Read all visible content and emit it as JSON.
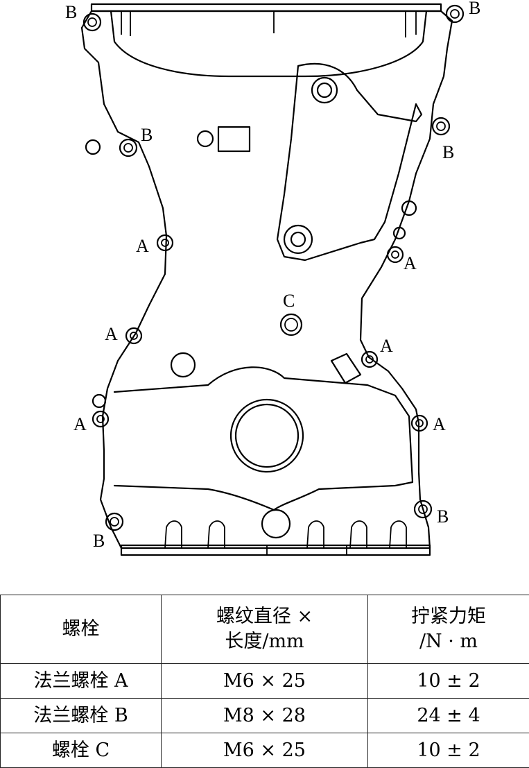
{
  "diagram": {
    "callouts": [
      {
        "id": "b1",
        "letter": "B"
      },
      {
        "id": "b2",
        "letter": "B"
      },
      {
        "id": "b3",
        "letter": "B"
      },
      {
        "id": "b4",
        "letter": "B"
      },
      {
        "id": "b5",
        "letter": "B"
      },
      {
        "id": "b6",
        "letter": "B"
      },
      {
        "id": "a1",
        "letter": "A"
      },
      {
        "id": "a2",
        "letter": "A"
      },
      {
        "id": "a3",
        "letter": "A"
      },
      {
        "id": "a4",
        "letter": "A"
      },
      {
        "id": "a5",
        "letter": "A"
      },
      {
        "id": "a6",
        "letter": "A"
      },
      {
        "id": "c1",
        "letter": "C"
      }
    ]
  },
  "table": {
    "headers": {
      "bolt": "螺栓",
      "size_line1": "螺纹直径 ×",
      "size_line2": "长度/mm",
      "torque_line1": "拧紧力矩",
      "torque_line2": "/N · m"
    },
    "rows": [
      {
        "bolt": "法兰螺栓 A",
        "size": "M6 × 25",
        "torque": "10 ± 2"
      },
      {
        "bolt": "法兰螺栓 B",
        "size": "M8 × 28",
        "torque": "24 ± 4"
      },
      {
        "bolt": "螺栓 C",
        "size": "M6 × 25",
        "torque": "10 ± 2"
      }
    ]
  }
}
